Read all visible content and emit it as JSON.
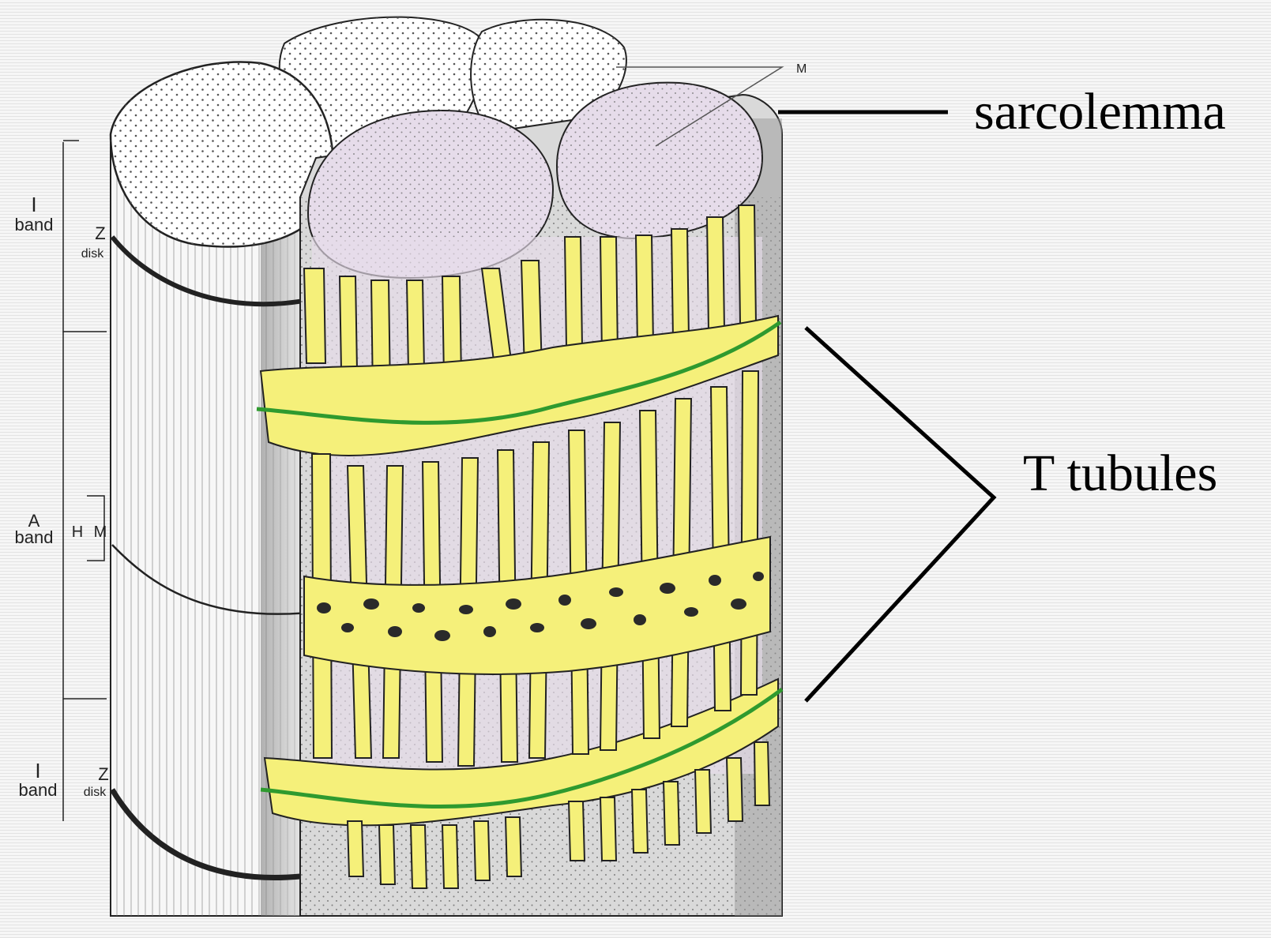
{
  "diagram": {
    "labels": {
      "sarcolemma": "sarcolemma",
      "t_tubules": "T tubules"
    },
    "band_labels": [
      {
        "letter": "I",
        "word": "band"
      },
      {
        "letter": "A",
        "word": "band"
      },
      {
        "letter": "I",
        "word": "band"
      }
    ],
    "disk_labels": [
      {
        "letter": "Z",
        "word": "disk"
      },
      {
        "letter": "Z",
        "word": "disk"
      }
    ],
    "zone_labels": {
      "h": "H",
      "m": "M"
    },
    "top_marker": "M",
    "colors": {
      "sarcoplasmic_reticulum": "#f5f07a",
      "t_tubule": "#2f9a2f",
      "myofibril_face": "#e6dcea",
      "pointer_lines": "#000000"
    }
  }
}
